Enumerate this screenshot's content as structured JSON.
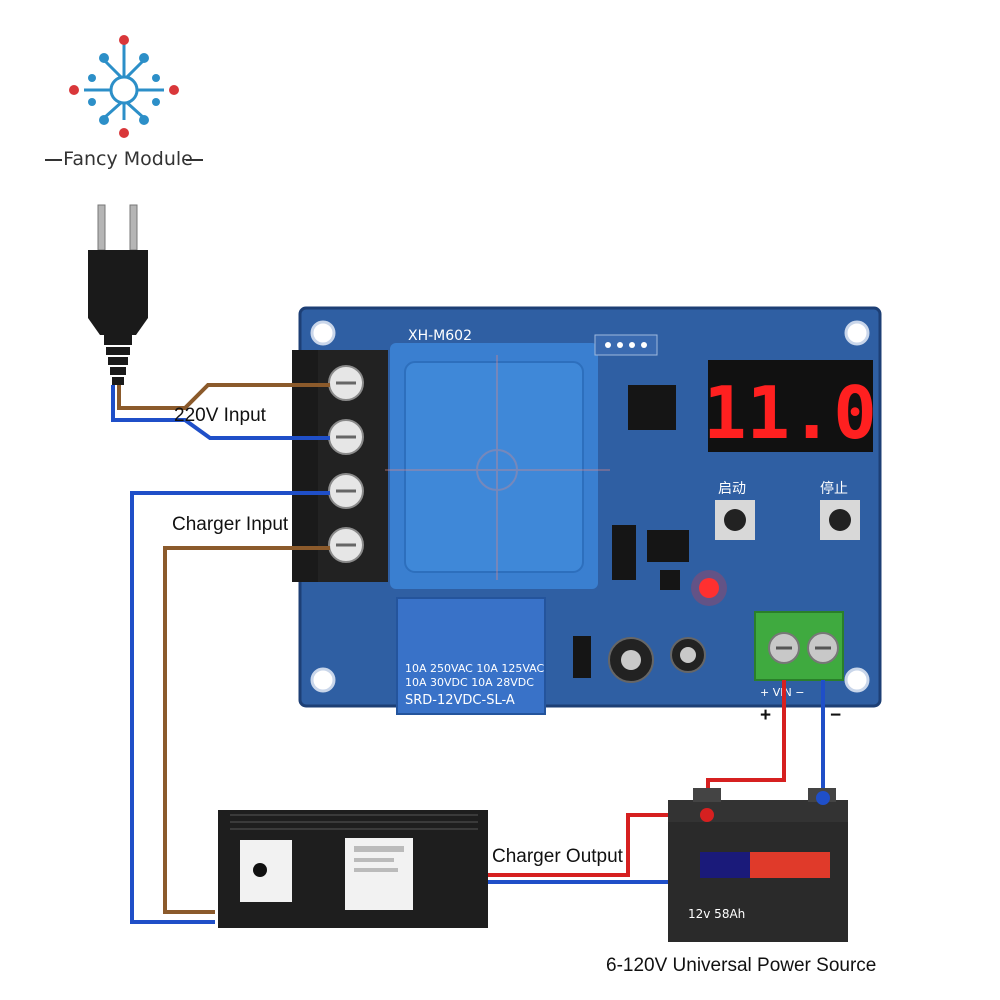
{
  "brand": {
    "name": "Fancy Module"
  },
  "board": {
    "model": "XH-M602",
    "display_value": "11.0",
    "start_button_label": "启动",
    "stop_button_label": "停止",
    "relay_lines": [
      "10A 250VAC  10A 125VAC",
      "10A 30VDC   10A 28VDC",
      "SRD-12VDC-SL-A"
    ],
    "terminal_label": "+ VIN −"
  },
  "labels": {
    "ac_input": "220V Input",
    "charger_input": "Charger Input",
    "charger_output": "Charger Output",
    "plus_sign": "+",
    "minus_sign": "−",
    "power_source": "6-120V Universal Power Source"
  },
  "battery": {
    "rating": "12v 58Ah"
  },
  "colors": {
    "board_blue": "#2f5fa3",
    "wire_brown": "#8b5a2b",
    "wire_blue": "#1f4fc8",
    "wire_red": "#d62020",
    "display_red": "#ff2020",
    "transformer_blue": "#3a7fd0",
    "terminal_green": "#3faa3f"
  }
}
